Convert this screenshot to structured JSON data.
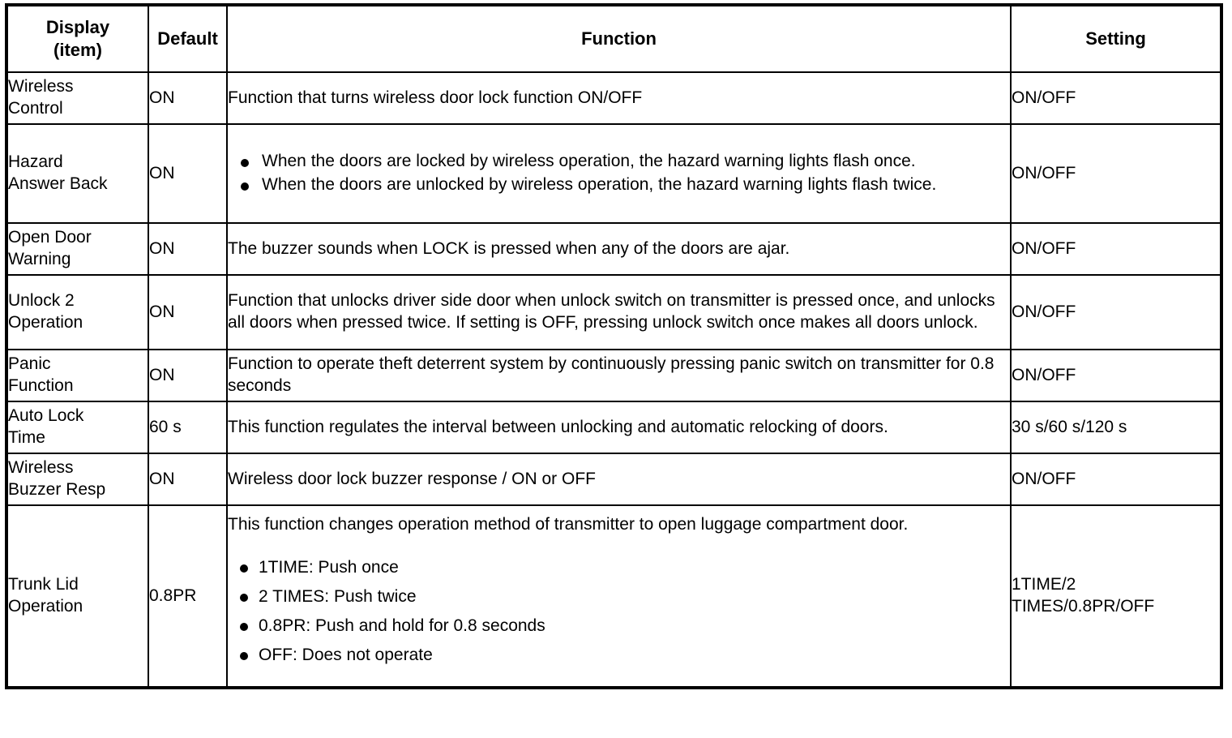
{
  "table": {
    "headers": {
      "display_l1": "Display",
      "display_l2": "(item)",
      "default": "Default",
      "function": "Function",
      "setting": "Setting"
    },
    "rows": [
      {
        "display": "Wireless\nControl",
        "default": "ON",
        "function": "Function that turns wireless door lock function ON/OFF",
        "setting": "ON/OFF"
      },
      {
        "display": "Hazard\nAnswer Back",
        "default": "ON",
        "function_bullets": [
          "When the doors are locked by wireless operation, the hazard warning lights flash once.",
          "When the doors are unlocked by wireless operation, the hazard warning lights flash twice."
        ],
        "setting": "ON/OFF"
      },
      {
        "display": "Open Door\nWarning",
        "default": "ON",
        "function": "The buzzer sounds when LOCK is pressed when any of the doors are ajar.",
        "setting": "ON/OFF"
      },
      {
        "display": "Unlock 2\nOperation",
        "default": "ON",
        "function": "Function that unlocks driver side door when unlock switch on transmitter is pressed once, and unlocks all doors when pressed twice. If setting is OFF, pressing unlock switch once makes all doors unlock.",
        "setting": "ON/OFF"
      },
      {
        "display": "Panic\nFunction",
        "default": "ON",
        "function": "Function to operate theft deterrent system by continuously pressing panic switch on transmitter for 0.8 seconds",
        "setting": "ON/OFF"
      },
      {
        "display": "Auto Lock\nTime",
        "default": "60 s",
        "function": "This function regulates the interval between unlocking and automatic relocking of doors.",
        "setting": "30 s/60 s/120 s"
      },
      {
        "display": "Wireless\nBuzzer Resp",
        "default": "ON",
        "function": "Wireless door lock buzzer response / ON or OFF",
        "setting": "ON/OFF"
      },
      {
        "display": "Trunk Lid\nOperation",
        "default": "0.8PR",
        "function_intro": "This function changes operation method of transmitter to open luggage compartment door.",
        "function_bullets": [
          "1TIME: Push once",
          "2 TIMES: Push twice",
          "0.8PR: Push and hold for 0.8 seconds",
          "OFF: Does not operate"
        ],
        "setting": "1TIME/2 TIMES/0.8PR/OFF"
      }
    ]
  },
  "colors": {
    "border": "#000000",
    "text": "#000000",
    "background": "#ffffff"
  }
}
